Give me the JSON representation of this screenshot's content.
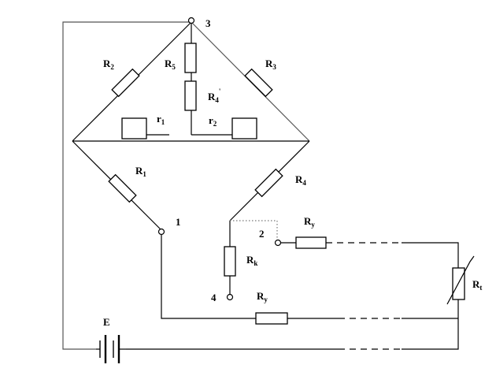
{
  "labels": {
    "R2": {
      "main": "R",
      "sub": "2"
    },
    "R5": {
      "main": "R",
      "sub": "5"
    },
    "R3": {
      "main": "R",
      "sub": "3"
    },
    "R4p": {
      "main": "R",
      "sub": "4",
      "sup": "'"
    },
    "r1": {
      "main": "r",
      "sub": "1"
    },
    "r2": {
      "main": "r",
      "sub": "2"
    },
    "R1": {
      "main": "R",
      "sub": "1"
    },
    "R4": {
      "main": "R",
      "sub": "4"
    },
    "Ry_top": {
      "main": "R",
      "sub": "y"
    },
    "Rk": {
      "main": "R",
      "sub": "k"
    },
    "Ry_bottom": {
      "main": "R",
      "sub": "y"
    },
    "Rt": {
      "main": "R",
      "sub": "t"
    },
    "E": "E",
    "node1": "1",
    "node2": "2",
    "node3": "3",
    "node4": "4"
  }
}
